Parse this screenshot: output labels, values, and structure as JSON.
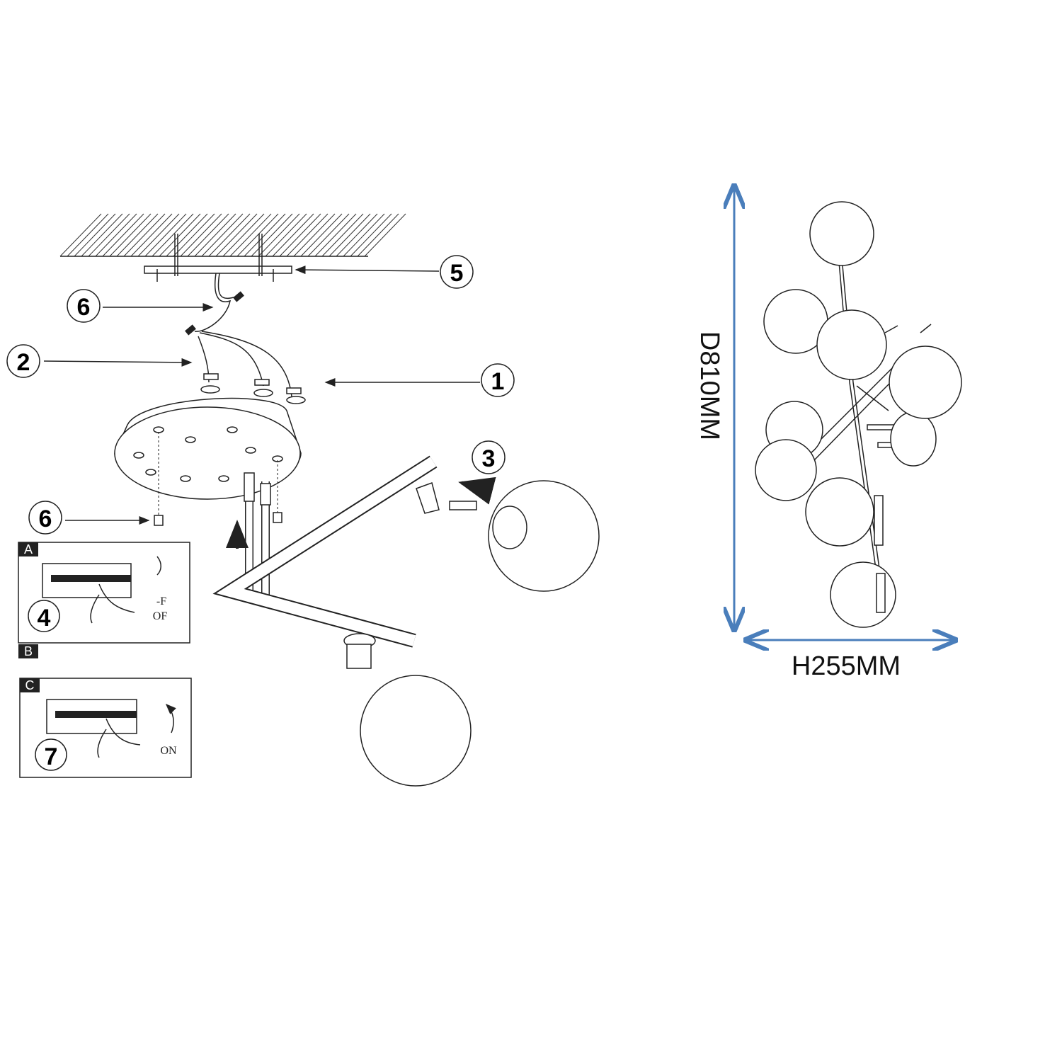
{
  "steps": {
    "s1": "1",
    "s2": "2",
    "s3": "3",
    "s4": "4",
    "s5": "5",
    "s6a": "6",
    "s6b": "6",
    "s7": "7"
  },
  "panels": {
    "a_tag": "A",
    "b_tag": "B",
    "c_tag": "C",
    "off_line1": "-F",
    "off_line2": "OF",
    "on_label": "ON"
  },
  "dimensions": {
    "depth": "D810MM",
    "height": "H255MM",
    "arrow_color": "#4a7ebb"
  }
}
